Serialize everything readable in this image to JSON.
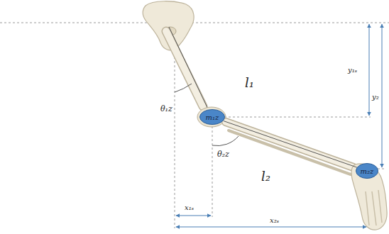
{
  "diagram": {
    "nodes": [
      {
        "text": [
          "m₁z"
        ]
      },
      {
        "text": [
          "m₂z"
        ]
      }
    ],
    "edges": [
      {
        "from": 0,
        "to": 1,
        "arrow": "none"
      }
    ],
    "labels": [
      "θ₁z",
      "l₁",
      "θ₂z",
      "l₂",
      "y₁ₛ",
      "y₂",
      "x₁ₛ",
      "x₂ₛ"
    ]
  }
}
